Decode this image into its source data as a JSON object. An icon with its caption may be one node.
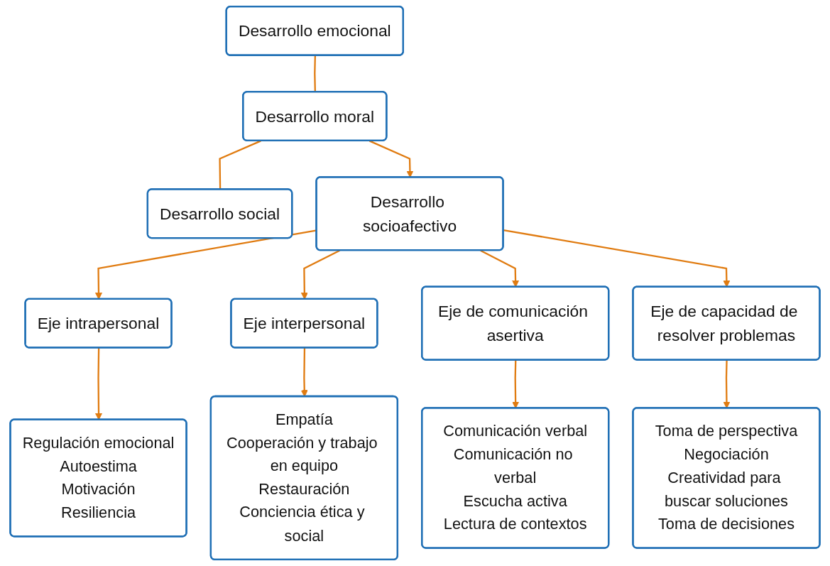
{
  "diagram": {
    "nodes": [
      {
        "text": [
          "Desarrollo emocional"
        ]
      },
      {
        "text": [
          "Desarrollo moral"
        ]
      },
      {
        "text": [
          "Desarrollo social"
        ]
      },
      {
        "text": [
          "Desarrollo socioafectivo"
        ]
      },
      {
        "text": [
          "Eje intrapersonal"
        ]
      },
      {
        "text": [
          "Eje interpersonal"
        ]
      },
      {
        "text": [
          "Eje de comunicación asertiva"
        ]
      },
      {
        "text": [
          "Eje de capacidad de resolver problemas"
        ]
      },
      {
        "text": [
          "Regulación emocional",
          "Autoestima",
          "Motivación",
          "Resiliencia"
        ]
      },
      {
        "text": [
          "Empatía",
          "Cooperación y trabajo en equipo",
          "Restauración",
          "Conciencia ética y social"
        ]
      },
      {
        "text": [
          "Comunicación verbal",
          "Comunicación no verbal",
          "Escucha activa",
          "Lectura de contextos"
        ]
      },
      {
        "text": [
          "Toma de perspectiva",
          "Negociación",
          "Creatividad para buscar soluciones",
          "Toma de decisiones"
        ]
      }
    ],
    "edges": [
      {
        "from": 0,
        "to": 1,
        "arrow": "none"
      },
      {
        "from": 1,
        "to": 2,
        "arrow": "none"
      },
      {
        "from": 1,
        "to": 3,
        "arrow": "to"
      },
      {
        "from": 3,
        "to": 4,
        "arrow": "to"
      },
      {
        "from": 3,
        "to": 5,
        "arrow": "to"
      },
      {
        "from": 3,
        "to": 6,
        "arrow": "to"
      },
      {
        "from": 3,
        "to": 7,
        "arrow": "to"
      },
      {
        "from": 4,
        "to": 8,
        "arrow": "to"
      },
      {
        "from": 5,
        "to": 9,
        "arrow": "to"
      },
      {
        "from": 6,
        "to": 10,
        "arrow": "to"
      },
      {
        "from": 7,
        "to": 11,
        "arrow": "to"
      }
    ]
  }
}
